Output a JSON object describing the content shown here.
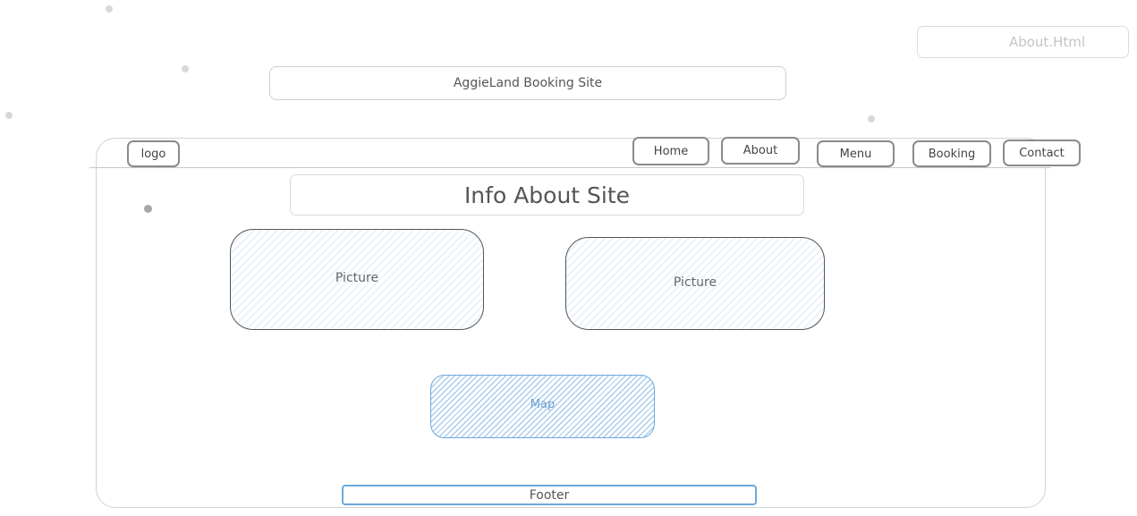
{
  "file_tab": {
    "label": "About.Html"
  },
  "site_title": {
    "label": "AggieLand Booking Site"
  },
  "navbar": {
    "logo": "logo",
    "items": [
      {
        "label": "Home"
      },
      {
        "label": "About"
      },
      {
        "label": "Menu"
      },
      {
        "label": "Booking"
      },
      {
        "label": "Contact"
      }
    ]
  },
  "main": {
    "heading": "Info About Site",
    "pictures": [
      {
        "label": "Picture"
      },
      {
        "label": "Picture"
      }
    ],
    "map": {
      "label": "Map"
    }
  },
  "footer": {
    "label": "Footer"
  },
  "colors": {
    "stroke": "#8a8a8a",
    "accent_blue": "#6ea8dc",
    "hatch_blue": "#a9ccec"
  }
}
